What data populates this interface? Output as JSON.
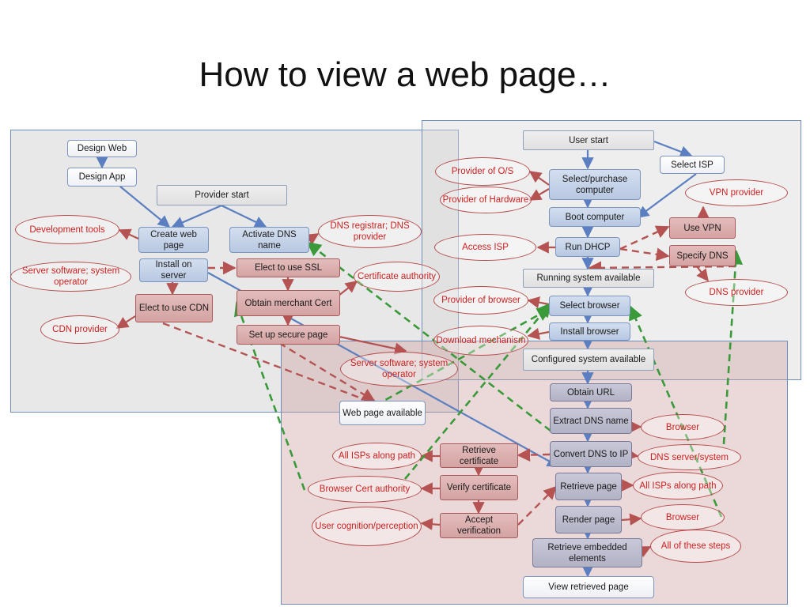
{
  "title": "How to view a web page…",
  "colors": {
    "blue_link": "#5b7fc1",
    "red_link": "#b55353",
    "green_dashed": "#3a9a3a",
    "oval_text": "#cc2222"
  },
  "nodes": {
    "design_web": "Design Web",
    "design_app": "Design App",
    "provider_start": "Provider start",
    "create_web_page": "Create web page",
    "activate_dns": "Activate DNS name",
    "install_on_server": "Install on server",
    "elect_ssl": "Elect to use SSL",
    "elect_cdn": "Elect to use CDN",
    "obtain_cert": "Obtain merchant Cert",
    "setup_secure": "Set up secure page",
    "web_page_available": "Web page available",
    "user_start": "User start",
    "select_isp": "Select ISP",
    "select_computer": "Select/purchase computer",
    "boot_computer": "Boot computer",
    "use_vpn": "Use VPN",
    "run_dhcp": "Run DHCP",
    "specify_dns": "Specify DNS",
    "running_system": "Running system available",
    "select_browser": "Select browser",
    "install_browser": "Install browser",
    "configured_system": "Configured system available",
    "obtain_url": "Obtain URL",
    "extract_dns": "Extract DNS name",
    "convert_dns": "Convert DNS to IP",
    "retrieve_cert": "Retrieve certificate",
    "verify_cert": "Verify certificate",
    "accept_verif": "Accept verification",
    "retrieve_page": "Retrieve page",
    "render_page": "Render page",
    "retrieve_embedded": "Retrieve embedded elements",
    "view_page": "View retrieved page"
  },
  "ovals": {
    "dev_tools": "Development tools",
    "server_sw_1": "Server software; system operator",
    "cdn_provider": "CDN provider",
    "dns_registrar": "DNS registrar; DNS provider",
    "cert_authority": "Certificate authority",
    "server_sw_2": "Server software; system operator",
    "provider_os": "Provider of O/S",
    "provider_hw": "Provider of Hardware",
    "access_isp": "Access ISP",
    "vpn_provider": "VPN provider",
    "dns_provider": "DNS provider",
    "provider_browser": "Provider of browser",
    "download_mech": "Download mechanism",
    "browser_1": "Browser",
    "dns_server_sys": "DNS server/system",
    "isps_path_1": "All ISPs along path",
    "isps_path_2": "All ISPs along path",
    "browser_cert": "Browser Cert authority",
    "user_cognition": "User cognition/perception",
    "browser_2": "Browser",
    "all_steps": "All of these steps"
  }
}
